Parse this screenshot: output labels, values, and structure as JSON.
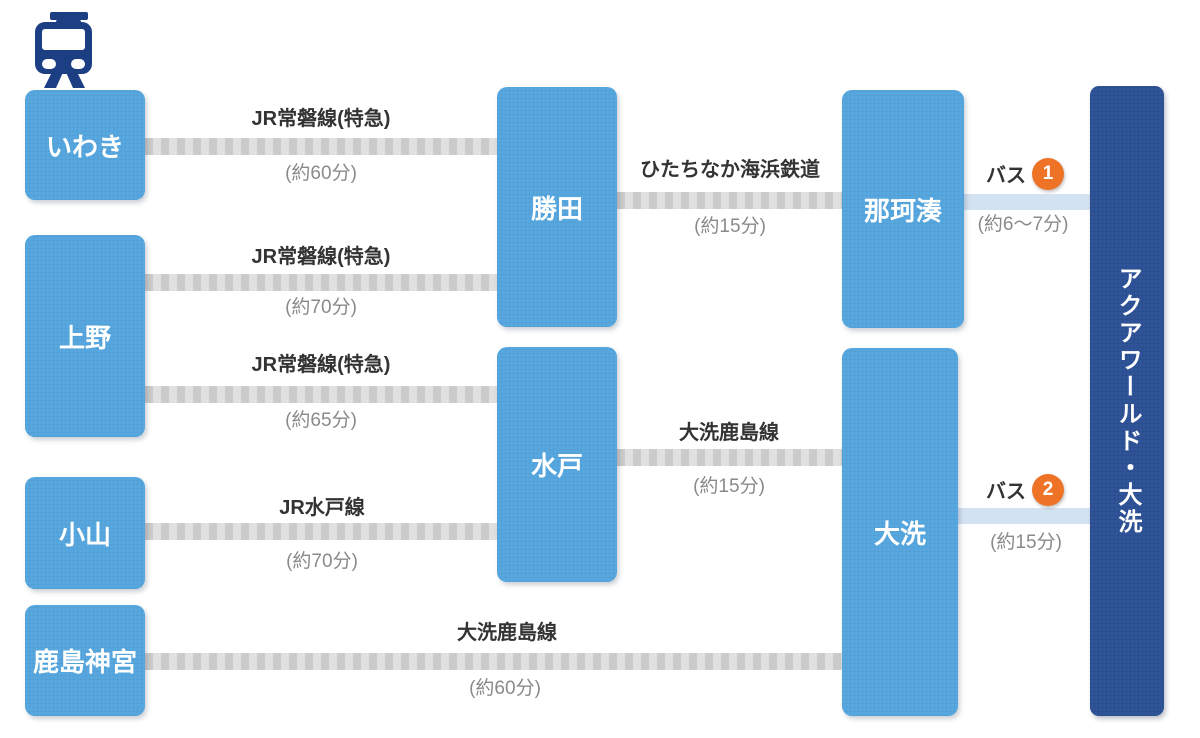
{
  "colors": {
    "station_blue": "#57a8e0",
    "goal_navy": "#2f5499",
    "rail_gray": "#cbcbcb",
    "bus_line_blue": "#d3e2f2",
    "badge_orange": "#ee7326",
    "train_icon_navy": "#1c3e82",
    "route_name_text": "#333333",
    "duration_text": "#8a8a8a"
  },
  "icon": {
    "name": "train-icon"
  },
  "stations": [
    {
      "id": "iwaki",
      "label": "いわき"
    },
    {
      "id": "ueno",
      "label": "上野"
    },
    {
      "id": "oyama",
      "label": "小山"
    },
    {
      "id": "kashimajingu",
      "label": "鹿島神宮"
    },
    {
      "id": "katsuta",
      "label": "勝田"
    },
    {
      "id": "mito",
      "label": "水戸"
    },
    {
      "id": "nakaminato",
      "label": "那珂湊"
    },
    {
      "id": "oarai",
      "label": "大洗"
    }
  ],
  "destination": {
    "label": "アクアワールド・大洗"
  },
  "routes": [
    {
      "from": "いわき",
      "to": "勝田",
      "line": "JR常磐線(特急)",
      "duration": "(約60分)",
      "mode": "rail"
    },
    {
      "from": "上野",
      "to": "勝田",
      "line": "JR常磐線(特急)",
      "duration": "(約70分)",
      "mode": "rail"
    },
    {
      "from": "上野",
      "to": "水戸",
      "line": "JR常磐線(特急)",
      "duration": "(約65分)",
      "mode": "rail"
    },
    {
      "from": "小山",
      "to": "水戸",
      "line": "JR水戸線",
      "duration": "(約70分)",
      "mode": "rail"
    },
    {
      "from": "鹿島神宮",
      "to": "大洗",
      "line": "大洗鹿島線",
      "duration": "(約60分)",
      "mode": "rail"
    },
    {
      "from": "勝田",
      "to": "那珂湊",
      "line": "ひたちなか海浜鉄道",
      "duration": "(約15分)",
      "mode": "rail"
    },
    {
      "from": "水戸",
      "to": "大洗",
      "line": "大洗鹿島線",
      "duration": "(約15分)",
      "mode": "rail"
    },
    {
      "from": "那珂湊",
      "to": "アクアワールド・大洗",
      "line": "バス",
      "badge": "1",
      "duration": "(約6～7分)",
      "mode": "bus"
    },
    {
      "from": "大洗",
      "to": "アクアワールド・大洗",
      "line": "バス",
      "badge": "2",
      "duration": "(約15分)",
      "mode": "bus"
    }
  ]
}
